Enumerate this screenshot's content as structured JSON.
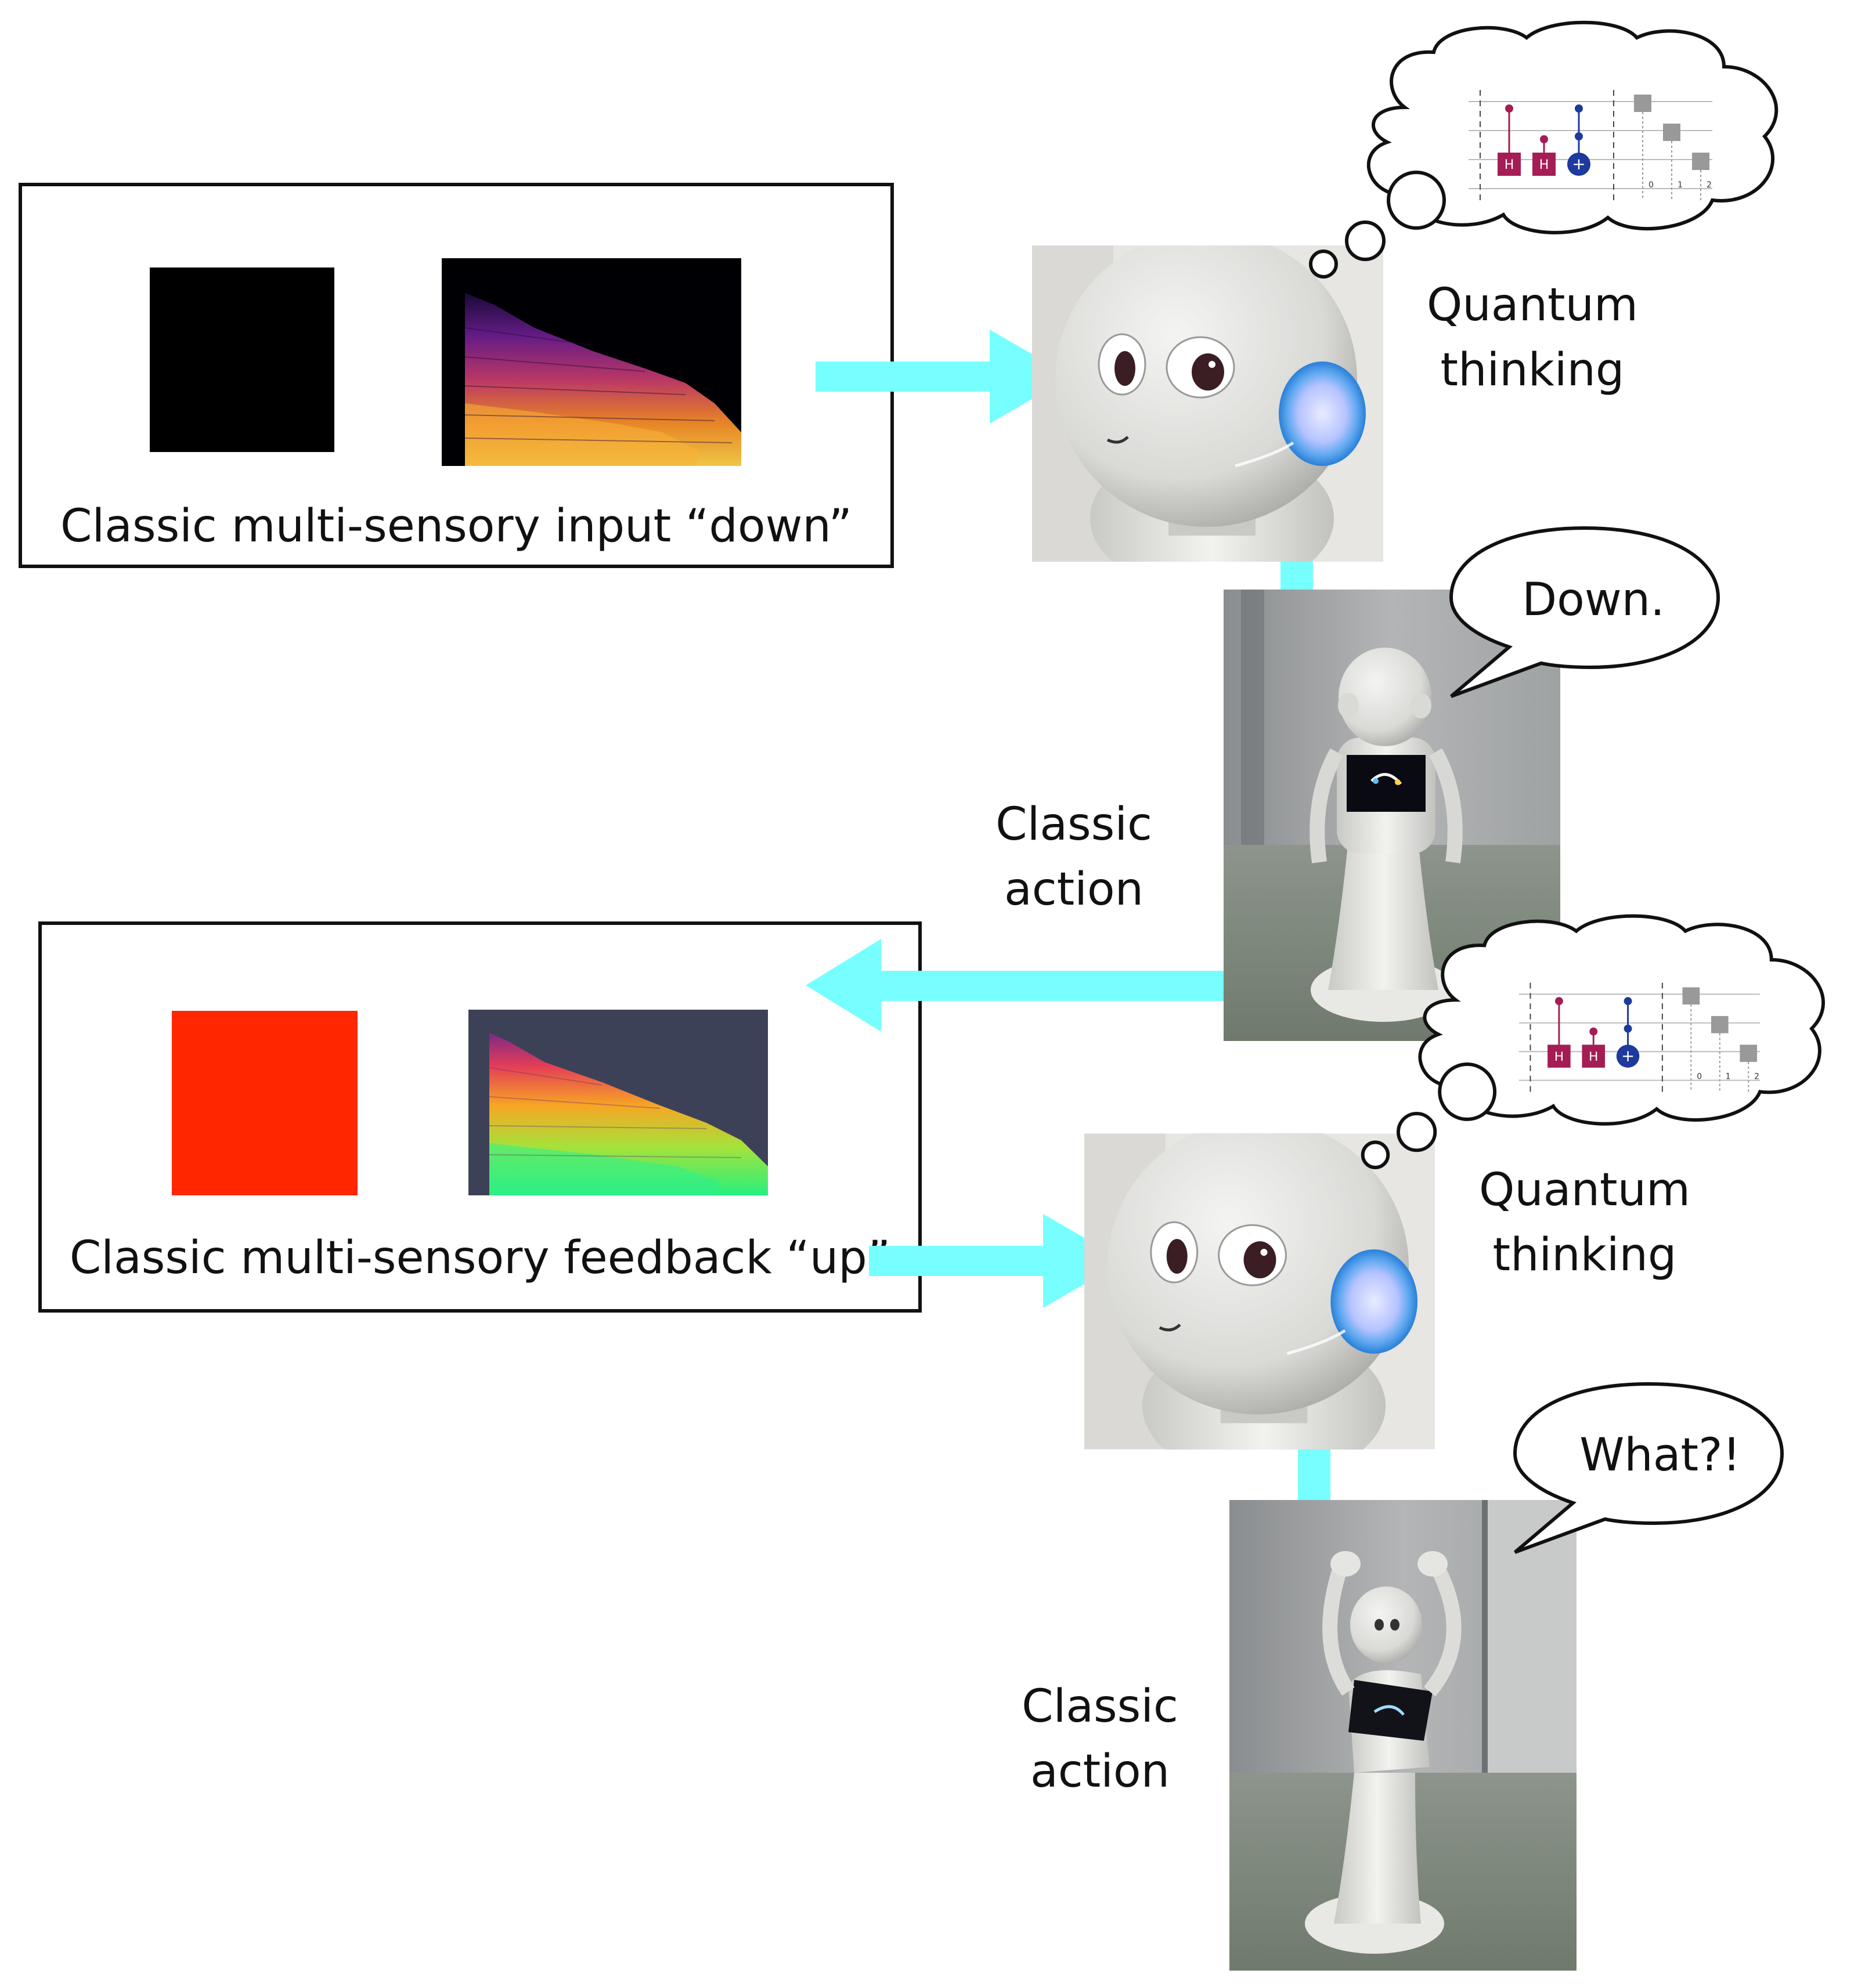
{
  "panels": [
    {
      "caption": "Classic multi-sensory input “down”",
      "color_square": "#000000"
    },
    {
      "caption": "Classic multi-sensory feedback “up”",
      "color_square": "#ff2600"
    }
  ],
  "robot_steps": [
    {
      "thought": "Quantum thinking",
      "thought_line1": "Quantum",
      "thought_line2": "thinking",
      "speech": "Down.",
      "action_line1": "Classic",
      "action_line2": "action"
    },
    {
      "thought": "Quantum thinking",
      "thought_line1": "Quantum",
      "thought_line2": "thinking",
      "speech": "What?!",
      "action_line1": "Classic",
      "action_line2": "action"
    }
  ],
  "circuit": {
    "gates": [
      "H",
      "H",
      "+"
    ],
    "measure_indices": [
      "0",
      "1",
      "2"
    ]
  },
  "colors": {
    "arrow": "#77ffff",
    "border": "#111111",
    "gate_h": "#a51d55",
    "gate_cnot": "#1d3a9c"
  },
  "icons": [
    "robot-head-photo",
    "robot-standing-photo",
    "robot-arms-raised-photo",
    "spectrogram",
    "thought-cloud",
    "speech-bubble",
    "quantum-circuit"
  ]
}
